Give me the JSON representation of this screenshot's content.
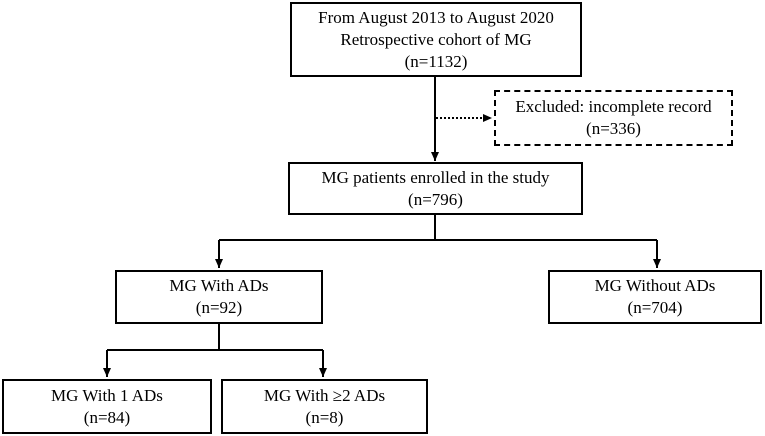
{
  "nodes": {
    "cohort": {
      "lines": [
        "From August 2013 to August 2020",
        "Retrospective cohort of MG",
        "(n=1132)"
      ]
    },
    "excluded": {
      "lines": [
        "Excluded: incomplete record",
        "(n=336)"
      ]
    },
    "enrolled": {
      "lines": [
        "MG patients enrolled in the study",
        "(n=796)"
      ]
    },
    "with_ads": {
      "lines": [
        "MG With ADs",
        "(n=92)"
      ]
    },
    "without_ads": {
      "lines": [
        "MG Without ADs",
        "(n=704)"
      ]
    },
    "with_1_ad": {
      "lines": [
        "MG With 1 ADs",
        "(n=84)"
      ]
    },
    "with_2plus_ads": {
      "lines": [
        "MG With ≥2 ADs",
        "(n=8)"
      ]
    }
  },
  "edges": [
    {
      "from": "cohort",
      "to": "enrolled",
      "style": "solid"
    },
    {
      "from": "cohort",
      "to": "excluded",
      "style": "dotted"
    },
    {
      "from": "enrolled",
      "to": "with_ads",
      "style": "solid"
    },
    {
      "from": "enrolled",
      "to": "without_ads",
      "style": "solid"
    },
    {
      "from": "with_ads",
      "to": "with_1_ad",
      "style": "solid"
    },
    {
      "from": "with_ads",
      "to": "with_2plus_ads",
      "style": "solid"
    }
  ]
}
